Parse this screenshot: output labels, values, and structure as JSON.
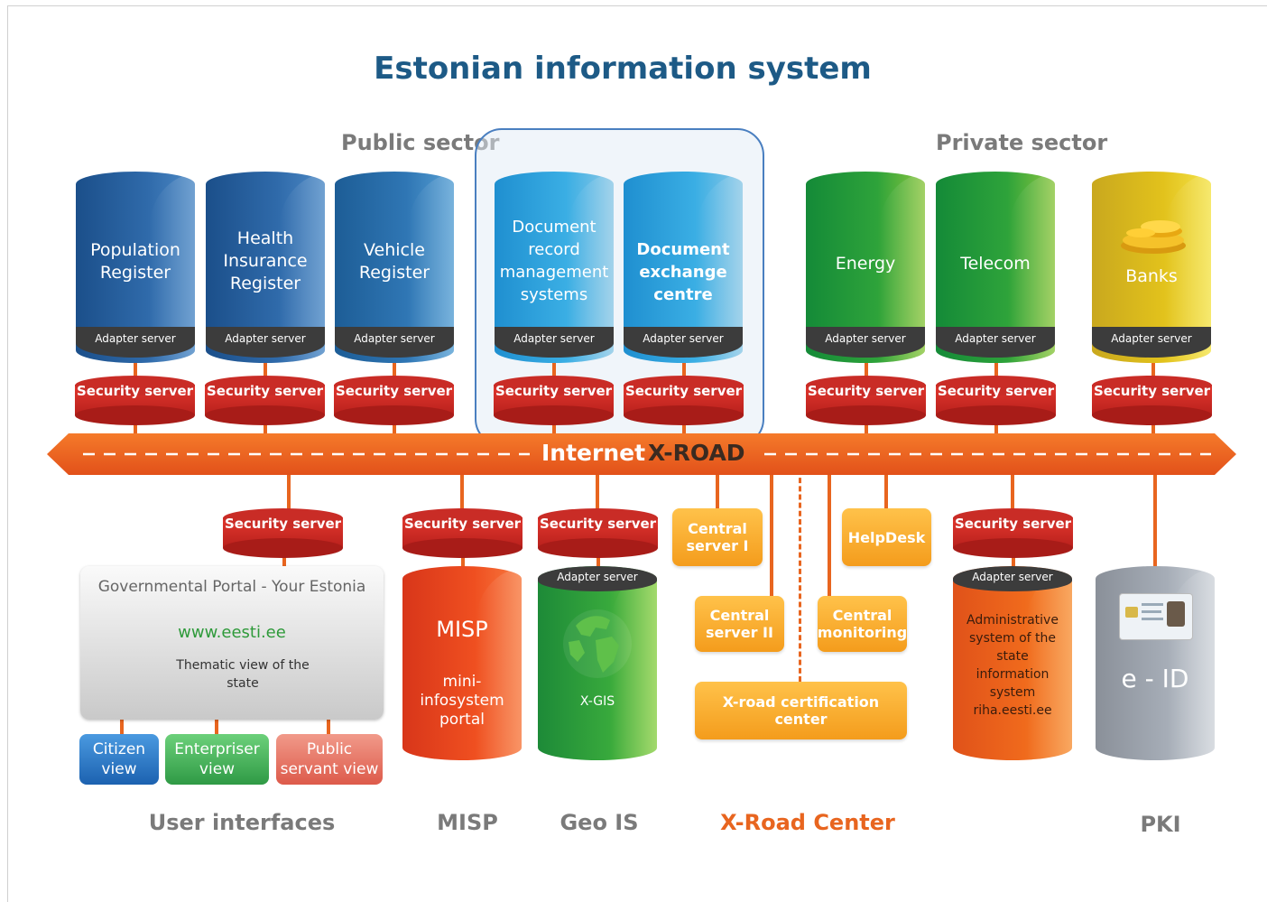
{
  "title": "Estonian information system",
  "sectors": {
    "public": "Public sector",
    "private": "Private sector"
  },
  "top_registers": [
    {
      "label": "Population Register",
      "adapter": "Adapter server",
      "security": "Security server"
    },
    {
      "label": "Health Insurance Register",
      "adapter": "Adapter server",
      "security": "Security server"
    },
    {
      "label": "Vehicle Register",
      "adapter": "Adapter server",
      "security": "Security server"
    },
    {
      "label": "Document record management systems",
      "adapter": "Adapter server",
      "security": "Security server"
    },
    {
      "label": "Document exchange centre",
      "adapter": "Adapter server",
      "security": "Security server"
    },
    {
      "label": "Energy",
      "adapter": "Adapter server",
      "security": "Security server"
    },
    {
      "label": "Telecom",
      "adapter": "Adapter server",
      "security": "Security server"
    },
    {
      "label": "Banks",
      "adapter": "Adapter server",
      "security": "Security server"
    }
  ],
  "backbone": {
    "internet": "Internet",
    "xroad": "X-ROAD"
  },
  "bottom_security": "Security server",
  "portal": {
    "title": "Governmental Portal - Your Estonia",
    "url": "www.eesti.ee",
    "desc": "Thematic view of the state",
    "views": [
      "Citizen view",
      "Enterpriser view",
      "Public servant view"
    ]
  },
  "misp": {
    "title": "MISP",
    "desc": "mini-infosystem portal"
  },
  "xgis": {
    "adapter": "Adapter server",
    "label": "X-GIS"
  },
  "xroad_center": {
    "central_server_1": "Central server I",
    "central_server_2": "Central server II",
    "central_monitoring": "Central monitoring",
    "helpdesk": "HelpDesk",
    "certification": "X-road certification center"
  },
  "riha": {
    "adapter": "Adapter server",
    "label": "Administrative system of the state information system riha.eesti.ee"
  },
  "pki": {
    "label": "e - ID"
  },
  "bottom_labels": {
    "user_interfaces": "User interfaces",
    "misp": "MISP",
    "geo": "Geo IS",
    "xroad_center": "X-Road Center",
    "pki": "PKI"
  },
  "colors": {
    "title": "#1d5a86",
    "orange": "#e8651f",
    "xroad_center_label": "#e8651f"
  }
}
